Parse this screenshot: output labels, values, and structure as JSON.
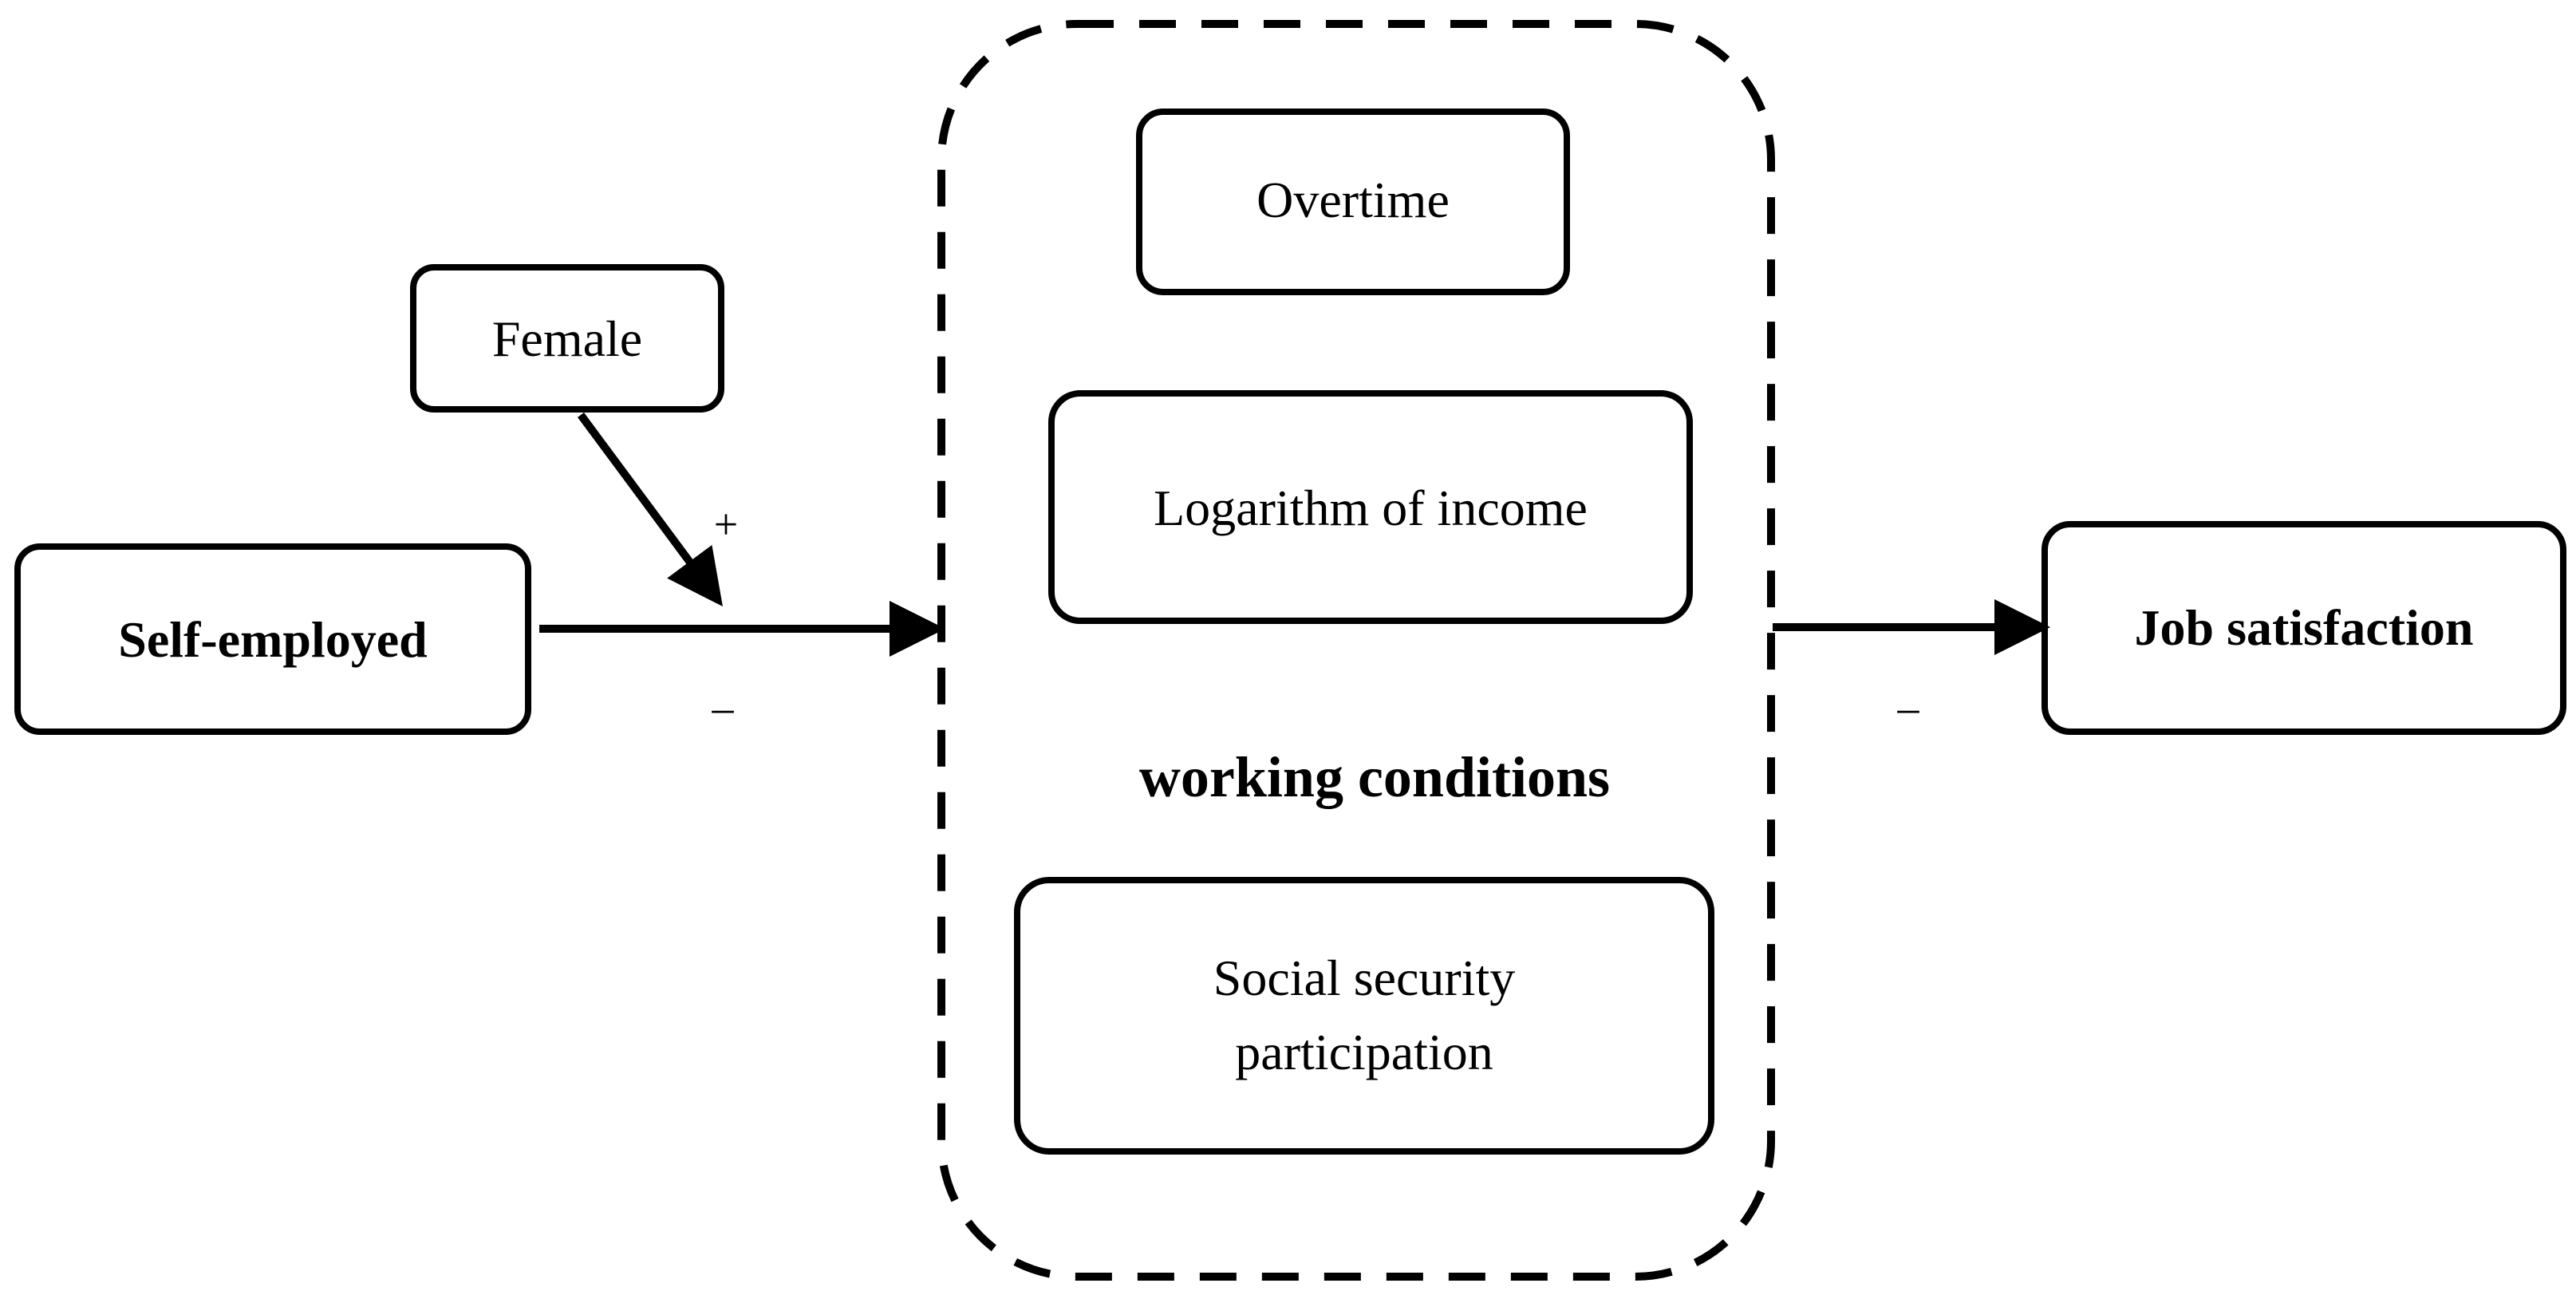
{
  "nodes": {
    "self_employed": "Self-employed",
    "female": "Female",
    "overtime": "Overtime",
    "log_income": "Logarithm of income",
    "social_security_line1": "Social security",
    "social_security_line2": "participation",
    "job_satisfaction": "Job satisfaction"
  },
  "group": {
    "label": "working conditions"
  },
  "edges": {
    "female_to_path_sign": "+",
    "self_to_conditions_sign": "–",
    "conditions_to_job_sign": "–"
  }
}
